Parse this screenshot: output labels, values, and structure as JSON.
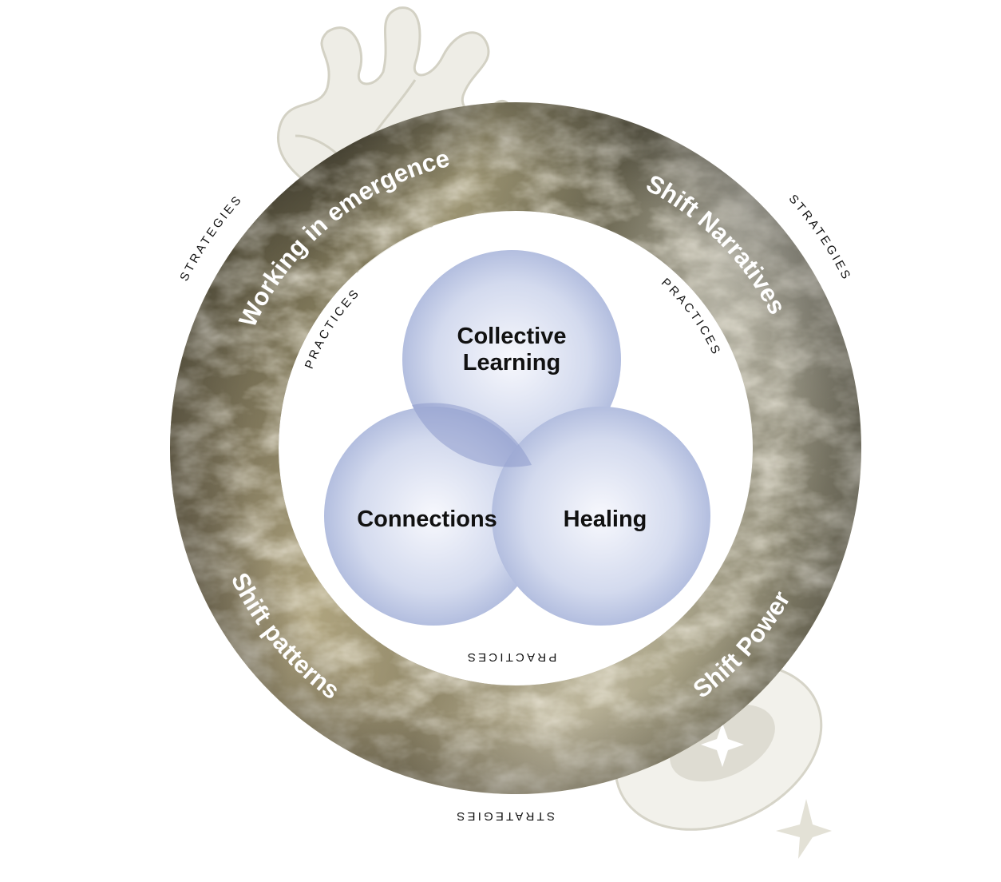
{
  "diagram": {
    "venn": [
      {
        "id": "collective-learning",
        "lines": [
          "Collective",
          "Learning"
        ]
      },
      {
        "id": "connections",
        "lines": [
          "Connections"
        ]
      },
      {
        "id": "healing",
        "lines": [
          "Healing"
        ]
      }
    ],
    "ring_labels": {
      "top_left": "Working in emergence",
      "top_right": "Shift Narratives",
      "bottom_left": "Shift patterns",
      "bottom_right": "Shift Power"
    },
    "outer_labels": {
      "left": "STRATEGIES",
      "right": "STRATEGIES",
      "bottom": "STRATEGIES"
    },
    "inner_labels": {
      "left": "PRACTICES",
      "right": "PRACTICES",
      "bottom": "PRACTICES"
    },
    "colors": {
      "venn_fill": "#b3bedf",
      "venn_center": "#f7f8fd",
      "venn_overlap": "#7f8fc2",
      "ring_dark": "#3b3a33",
      "ring_gold": "#b5ac85",
      "ring_light": "#dcdad0",
      "decoration": "#dedcd2"
    }
  }
}
